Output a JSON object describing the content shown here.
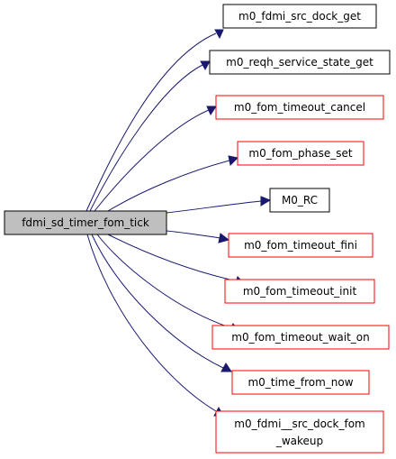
{
  "graph": {
    "colors": {
      "edge": "#191970",
      "root_fill": "#bfbfbf",
      "node_border_black": "#000000",
      "node_border_red": "#ff0000",
      "node_fill": "#ffffff"
    },
    "root": {
      "label": "fdmi_sd_timer_fom_tick"
    },
    "callees": [
      {
        "label": "m0_fdmi_src_dock_get",
        "border": "black"
      },
      {
        "label": "m0_reqh_service_state_get",
        "border": "black"
      },
      {
        "label": "m0_fom_timeout_cancel",
        "border": "red"
      },
      {
        "label": "m0_fom_phase_set",
        "border": "red"
      },
      {
        "label": "M0_RC",
        "border": "black"
      },
      {
        "label": "m0_fom_timeout_fini",
        "border": "red"
      },
      {
        "label": "m0_fom_timeout_init",
        "border": "red"
      },
      {
        "label": "m0_fom_timeout_wait_on",
        "border": "red"
      },
      {
        "label": "m0_time_from_now",
        "border": "red"
      },
      {
        "label_line1": "m0_fdmi__src_dock_fom",
        "label_line2": "_wakeup",
        "border": "red"
      }
    ]
  }
}
